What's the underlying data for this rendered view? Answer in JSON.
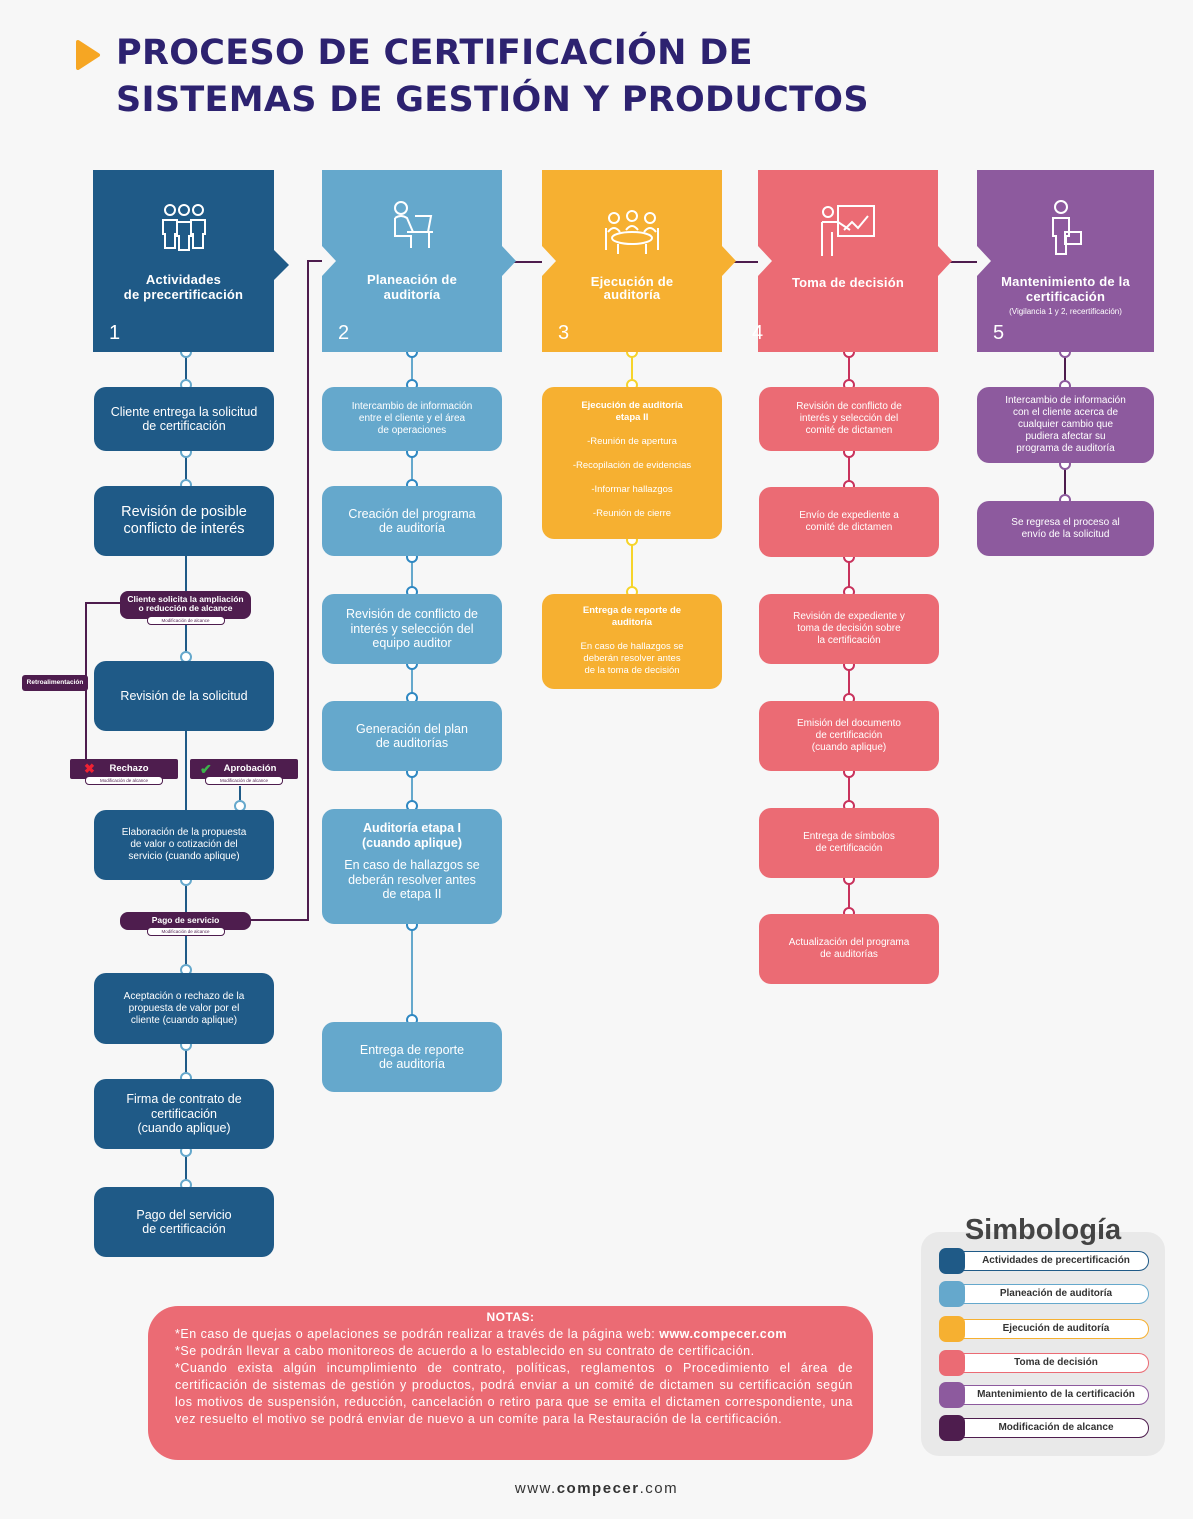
{
  "title": {
    "line1": "PROCESO DE CERTIFICACIÓN DE",
    "line2": "SISTEMAS DE GESTIÓN Y PRODUCTOS"
  },
  "colors": {
    "navy": "#1f5a87",
    "lightblue": "#65a8cc",
    "yellow": "#f6b031",
    "coral": "#eb6b74",
    "purple": "#8d5a9e",
    "plum": "#4e1d4e",
    "title": "#2d2270",
    "arrow": "#f6a623"
  },
  "stages": [
    {
      "title": "Actividades\nde precertificación",
      "subtitle": "",
      "number": "1",
      "icon": "group-people-icon"
    },
    {
      "title": "Planeación de\nauditoría",
      "subtitle": "",
      "number": "2",
      "icon": "person-at-desk-icon"
    },
    {
      "title": "Ejecución de\nauditoría",
      "subtitle": "",
      "number": "3",
      "icon": "meeting-table-icon"
    },
    {
      "title": "Toma de decisión",
      "subtitle": "",
      "number": "4",
      "icon": "presentation-board-icon"
    },
    {
      "title": "Mantenimiento de la\ncertificación",
      "subtitle": "(Vigilancia 1 y 2, recertificación)",
      "number": "5",
      "icon": "person-with-briefcase-icon"
    }
  ],
  "col1": [
    "Cliente entrega la solicitud\nde certificación",
    "Revisión de posible\nconflicto de interés",
    "Revisión de la solicitud",
    "Elaboración de la propuesta\nde valor o cotización del\nservicio (cuando aplique)",
    "Aceptación o rechazo de la\npropuesta de valor por el\ncliente (cuando aplique)",
    "Firma de contrato de\ncertificación\n(cuando aplique)",
    "Pago del servicio\nde certificación"
  ],
  "col1_tags": {
    "ampliacion": "Cliente solicita la ampliación\no reducción de alcance",
    "ampliacion_sub": "Modificación de alcance",
    "retro": "Retroalimentación",
    "rechazo": "Rechazo",
    "rechazo_sub": "Modificación de alcance",
    "aprobacion": "Aprobación",
    "aprobacion_sub": "Modificación de alcance",
    "pago": "Pago de servicio",
    "pago_sub": "Modificación de alcance"
  },
  "col2": [
    "Intercambio de información\nentre el cliente y el área\nde operaciones",
    "Creación del programa\nde auditoría",
    "Revisión de conflicto de\ninterés y selección del\nequipo auditor",
    "Generación del plan\nde auditorías",
    {
      "head": "Auditoría etapa I\n(cuando aplique)",
      "body": "En caso de hallazgos se\ndeberán resolver antes\nde etapa II"
    },
    "Entrega de reporte\nde auditoría"
  ],
  "col3": [
    {
      "head": "Ejecución de auditoría\netapa II",
      "items": [
        "-Reunión de apertura",
        "-Recopilación de evidencias",
        "-Informar hallazgos",
        "-Reunión de cierre"
      ]
    },
    {
      "head": "Entrega de reporte de\nauditoría",
      "body": "En caso de hallazgos se\ndeberán resolver antes\nde la toma de decisión"
    }
  ],
  "col4": [
    "Revisión de conflicto de\ninterés y selección del\ncomité de dictamen",
    "Envío de expediente a\ncomité de dictamen",
    "Revisión de expediente y\ntoma de decisión sobre\nla certificación",
    "Emisión del documento\nde certificación\n(cuando aplique)",
    "Entrega de símbolos\nde certificación",
    "Actualización del programa\nde auditorías"
  ],
  "col5": [
    "Intercambio de información\ncon el cliente acerca de\ncualquier cambio que\npudiera afectar su\nprograma de auditoría",
    "Se regresa el proceso al\nenvío de la solicitud"
  ],
  "notes": {
    "title": "NOTAS:",
    "line1_prefix": "*En caso de quejas o apelaciones se podrán realizar a través de la página web: ",
    "line1_link": "www.compecer.com",
    "line2": "*Se podrán llevar a cabo monitoreos de acuerdo a lo establecido en su contrato de certificación.",
    "line3": "*Cuando exista algún incumplimiento de contrato, políticas, reglamentos o Procedimiento el área de certificación de sistemas de gestión y productos, podrá enviar a un comité de dictamen su certificación según los motivos de suspensión, reducción, cancelación o retiro para que se emita el dictamen correspondiente, una vez resuelto el motivo se podrá enviar de nuevo a un comíte para la Restauración de la certificación."
  },
  "legend": {
    "title": "Simbología",
    "items": [
      {
        "label": "Actividades de precertificación",
        "color": "#1f5a87"
      },
      {
        "label": "Planeación de auditoría",
        "color": "#65a8cc"
      },
      {
        "label": "Ejecución de auditoría",
        "color": "#f6b031"
      },
      {
        "label": "Toma de decisión",
        "color": "#eb6b74"
      },
      {
        "label": "Mantenimiento de la certificación",
        "color": "#8d5a9e"
      },
      {
        "label": "Modificación de alcance",
        "color": "#4e1d4e"
      }
    ]
  },
  "footer": {
    "prefix": "www.",
    "brand": "compecer",
    "suffix": ".com"
  }
}
